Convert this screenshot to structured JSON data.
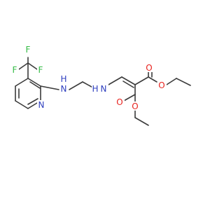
{
  "molecule": {
    "labels": {
      "F1": "F",
      "F2": "F",
      "F3": "F",
      "N_py": "N",
      "NH_a": "N",
      "H_a": "H",
      "NH_b": "N",
      "H_b": "H",
      "O1": "O",
      "O2": "O",
      "O3": "O",
      "O4": "O"
    },
    "colors": {
      "bond": "#3b3b3b",
      "nitrogen": "#2f3fbf",
      "oxygen": "#e8231f",
      "fluorine": "#33bb44"
    }
  }
}
